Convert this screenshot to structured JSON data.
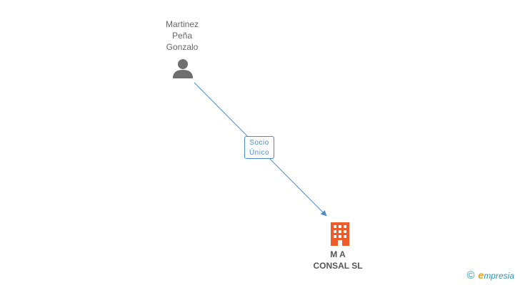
{
  "person": {
    "name_lines": [
      "Martinez",
      "Peña",
      "Gonzalo"
    ],
    "icon": "person-icon"
  },
  "relation": {
    "label_lines": [
      "Socio",
      "Único"
    ],
    "color": "#4a8ad0"
  },
  "company": {
    "name_lines": [
      "M A",
      "CONSAL SL"
    ],
    "icon": "building-icon",
    "color": "#f05a28"
  },
  "branding": {
    "copyright_symbol": "©",
    "logo_first_letter": "e",
    "logo_rest": "mpresia",
    "colors": {
      "primary": "#2a9bb7",
      "accent": "#e3a026"
    }
  }
}
